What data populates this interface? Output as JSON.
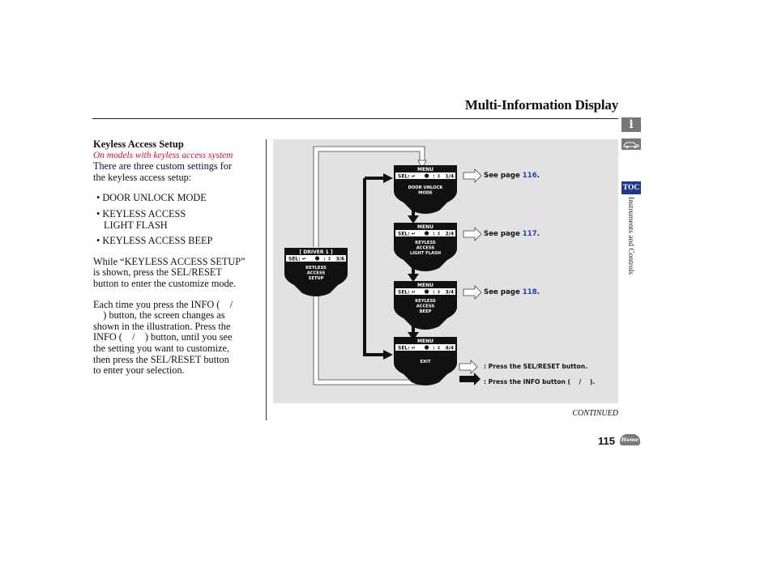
{
  "header": {
    "title": "Multi-Information Display"
  },
  "left": {
    "heading": "Keyless Access Setup",
    "note": "On models with keyless access system",
    "intro": [
      "There are three custom settings for",
      "the keyless access setup:"
    ],
    "bullets": [
      [
        "DOOR UNLOCK MODE"
      ],
      [
        "KEYLESS ACCESS",
        "LIGHT FLASH"
      ],
      [
        "KEYLESS ACCESS BEEP"
      ]
    ],
    "para2": [
      "While “KEYLESS ACCESS SETUP”",
      "is shown, press the SEL/RESET",
      "button to enter the customize mode."
    ],
    "para3": [
      "Each time you press the INFO (    /",
      "    ) button, the screen changes as",
      "shown in the illustration. Press the",
      "INFO (    /    ) button, until you see",
      "the setting you want to customize,",
      "then press the SEL/RESET button",
      "to enter your selection."
    ]
  },
  "diagram": {
    "driver_screen": {
      "header": "[ DRIVER 1 ]",
      "sel": "SEL:",
      "page": "3/6",
      "lines": [
        "KEYLESS",
        "ACCESS",
        "SETUP"
      ]
    },
    "menu_screens": [
      {
        "header": "MENU",
        "sel": "SEL:",
        "page": "1/4",
        "lines": [
          "DOOR UNLOCK",
          "MODE"
        ],
        "see": "See page",
        "page_ref": "116"
      },
      {
        "header": "MENU",
        "sel": "SEL:",
        "page": "2/4",
        "lines": [
          "KEYLESS",
          "ACCESS",
          "LIGHT FLASH"
        ],
        "see": "See page",
        "page_ref": "117"
      },
      {
        "header": "MENU",
        "sel": "SEL:",
        "page": "3/4",
        "lines": [
          "KEYLESS",
          "ACCESS",
          "BEEP"
        ],
        "see": "See page",
        "page_ref": "118"
      },
      {
        "header": "MENU",
        "sel": "SEL:",
        "page": "4/4",
        "lines": [
          "EXIT"
        ],
        "see": "",
        "page_ref": ""
      }
    ],
    "legend": {
      "sel_reset": ": Press the SEL/RESET button.",
      "info": ": Press the INFO button (    /    )."
    }
  },
  "footer": {
    "continued": "CONTINUED",
    "page_number": "115",
    "home_label": "Home"
  },
  "side": {
    "info_icon": "i",
    "toc_label": "TOC",
    "section_tab": "Instruments and Controls"
  },
  "colors": {
    "diagram_bg": "#e2e2e2",
    "screen": "#111111",
    "link": "#1d3fb3",
    "note": "#c8102e",
    "toc": "#1f3a8a"
  }
}
